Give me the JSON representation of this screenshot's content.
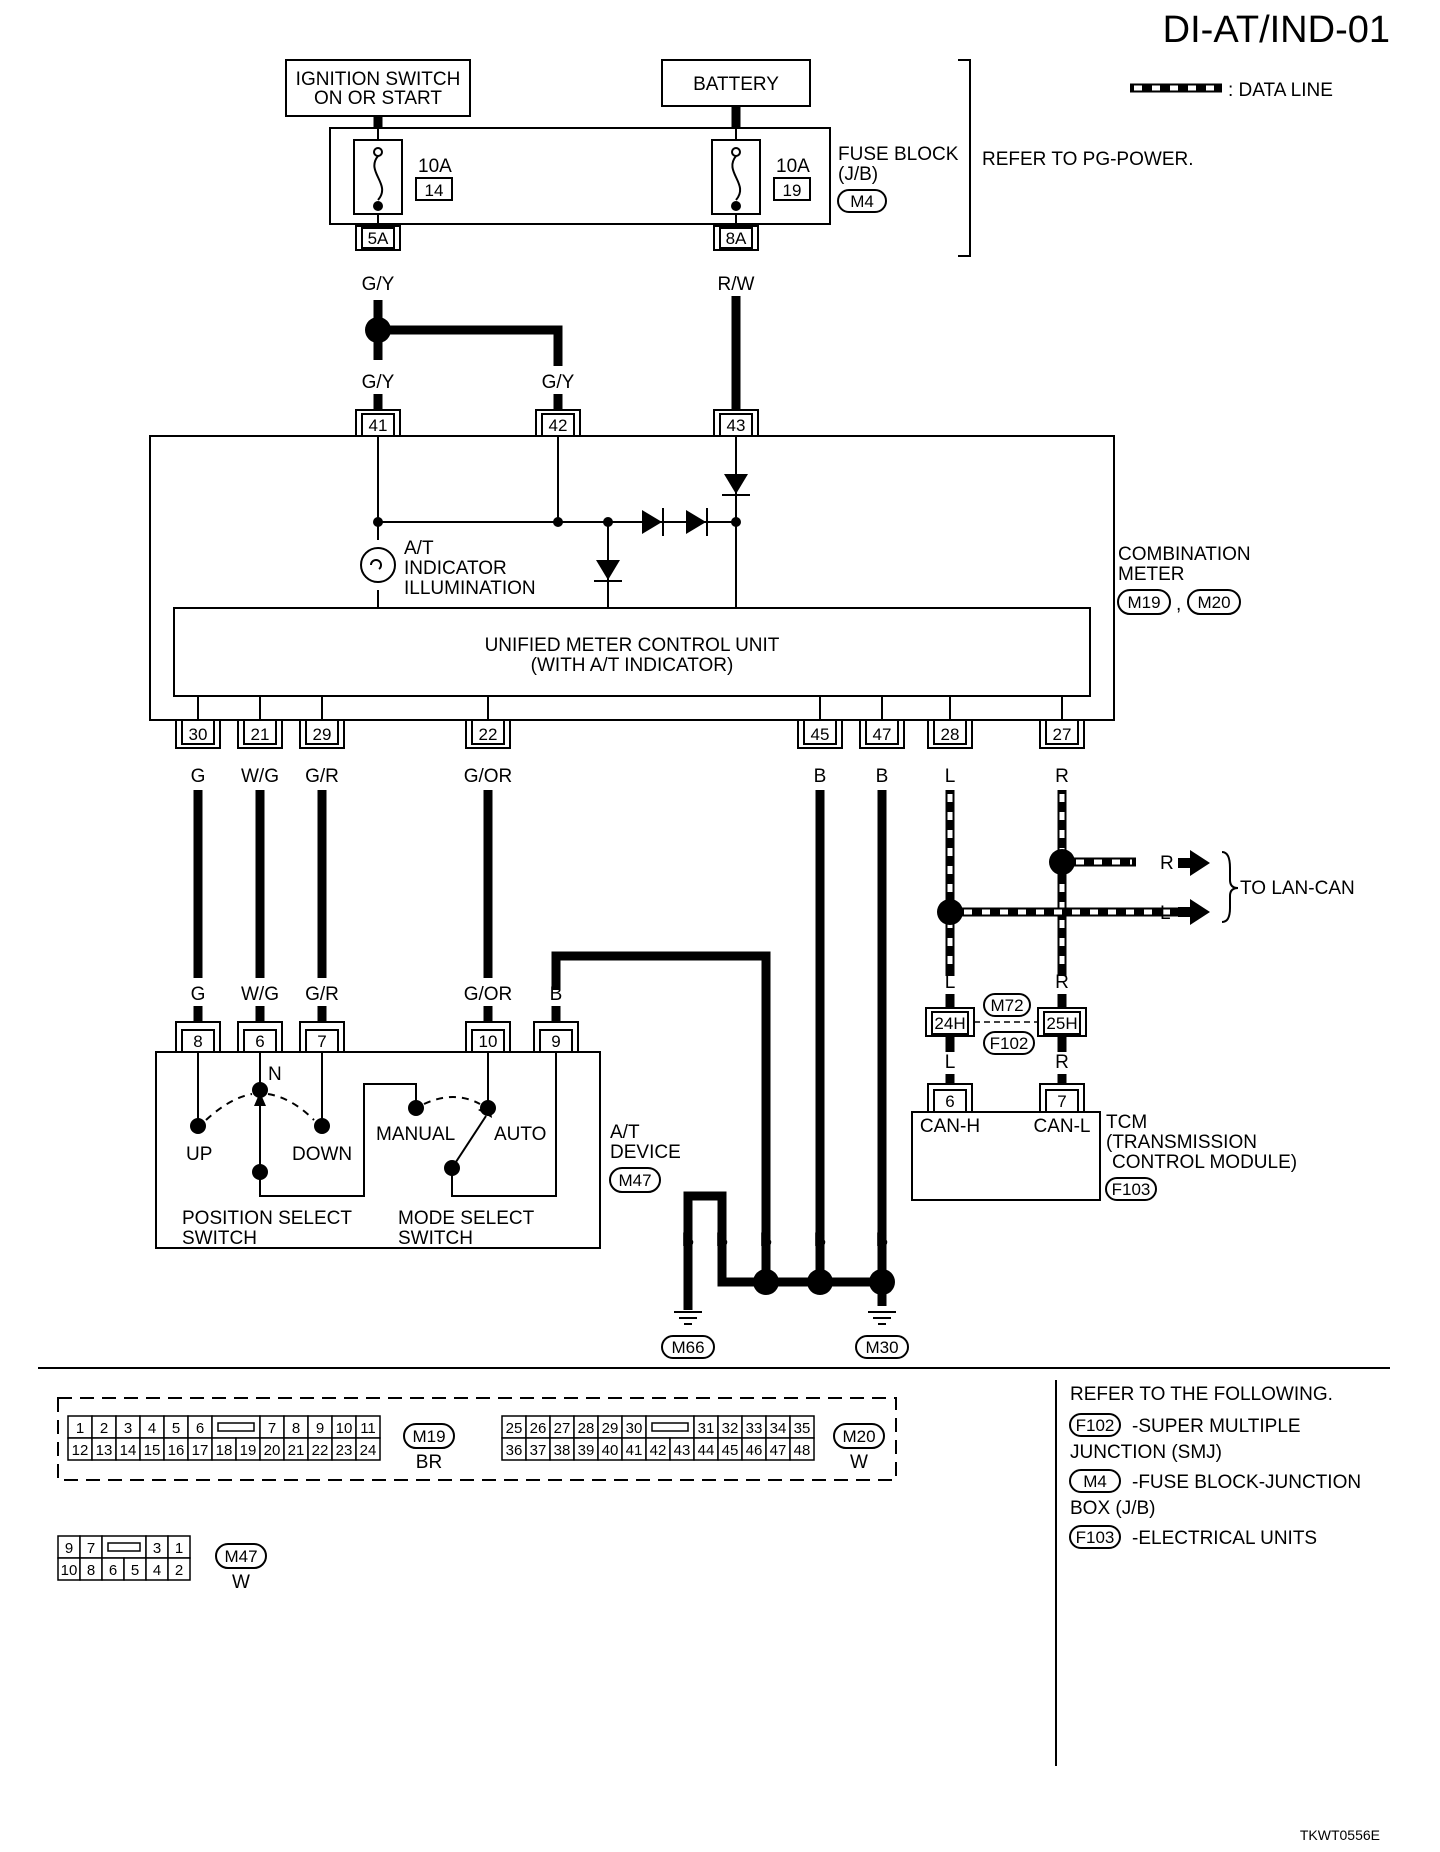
{
  "title": "DI-AT/IND-01",
  "footer_code": "TKWT0556E",
  "legend": {
    "data_line": ": DATA LINE"
  },
  "power": {
    "ignition_line1": "IGNITION SWITCH",
    "ignition_line2": "ON OR START",
    "battery": "BATTERY",
    "fuse_block_line1": "FUSE BLOCK",
    "fuse_block_line2": "(J/B)",
    "fuse_block_conn": "M4",
    "refer": "REFER TO PG-POWER.",
    "fuse1_amp": "10A",
    "fuse1_no": "14",
    "fuse2_amp": "10A",
    "fuse2_no": "19",
    "pin1": "5A",
    "pin2": "8A"
  },
  "wires": {
    "gy": "G/Y",
    "rw": "R/W",
    "g": "G",
    "wg": "W/G",
    "gr": "G/R",
    "gor": "G/OR",
    "b": "B",
    "l": "L",
    "r": "R"
  },
  "combination_meter": {
    "label_line1": "COMBINATION",
    "label_line2": "METER",
    "conn1": "M19",
    "conn_sep": ",",
    "conn2": "M20",
    "at_line1": "A/T",
    "at_line2": "INDICATOR",
    "at_line3": "ILLUMINATION",
    "unit_line1": "UNIFIED METER CONTROL UNIT",
    "unit_line2": "(WITH A/T INDICATOR)",
    "top_pins": [
      "41",
      "42",
      "43"
    ],
    "bottom_pins": [
      "30",
      "21",
      "29",
      "22",
      "45",
      "47",
      "28",
      "27"
    ]
  },
  "at_device": {
    "label_line1": "A/T",
    "label_line2": "DEVICE",
    "conn": "M47",
    "pins": [
      "8",
      "6",
      "7",
      "10",
      "9"
    ],
    "n": "N",
    "up": "UP",
    "down": "DOWN",
    "manual": "MANUAL",
    "auto": "AUTO",
    "pos_line1": "POSITION SELECT",
    "pos_line2": "SWITCH",
    "mode_line1": "MODE SELECT",
    "mode_line2": "SWITCH"
  },
  "lan": {
    "to_lan_can": "TO LAN-CAN",
    "pin24": "24H",
    "pin25": "25H",
    "m72": "M72",
    "f102": "F102"
  },
  "tcm": {
    "label_line1": "TCM",
    "label_line2": "(TRANSMISSION",
    "label_line3": "CONTROL MODULE)",
    "conn": "F103",
    "pin6": "6",
    "pin7": "7",
    "can_h": "CAN-H",
    "can_l": "CAN-L"
  },
  "grounds": {
    "g1": "M66",
    "g2": "M30"
  },
  "connector_views": {
    "m19": {
      "row1": [
        "1",
        "2",
        "3",
        "4",
        "5",
        "6",
        "",
        "7",
        "8",
        "9",
        "10",
        "11"
      ],
      "row2": [
        "12",
        "13",
        "14",
        "15",
        "16",
        "17",
        "18",
        "19",
        "20",
        "21",
        "22",
        "23",
        "24"
      ],
      "name": "M19",
      "color": "BR"
    },
    "m20": {
      "row1": [
        "25",
        "26",
        "27",
        "28",
        "29",
        "30",
        "",
        "31",
        "32",
        "33",
        "34",
        "35"
      ],
      "row2": [
        "36",
        "37",
        "38",
        "39",
        "40",
        "41",
        "42",
        "43",
        "44",
        "45",
        "46",
        "47",
        "48"
      ],
      "name": "M20",
      "color": "W"
    },
    "m47": {
      "row1": [
        "9",
        "7",
        "",
        "3",
        "1"
      ],
      "row2": [
        "10",
        "8",
        "6",
        "5",
        "4",
        "2"
      ],
      "name": "M47",
      "color": "W"
    }
  },
  "refer_following": {
    "heading": "REFER TO THE FOLLOWING.",
    "items": [
      {
        "code": "F102",
        "line1": "-SUPER MULTIPLE",
        "line2": "JUNCTION (SMJ)"
      },
      {
        "code": "M4",
        "line1": "-FUSE BLOCK-JUNCTION",
        "line2": "BOX (J/B)"
      },
      {
        "code": "F103",
        "line1": "-ELECTRICAL UNITS",
        "line2": ""
      }
    ]
  }
}
